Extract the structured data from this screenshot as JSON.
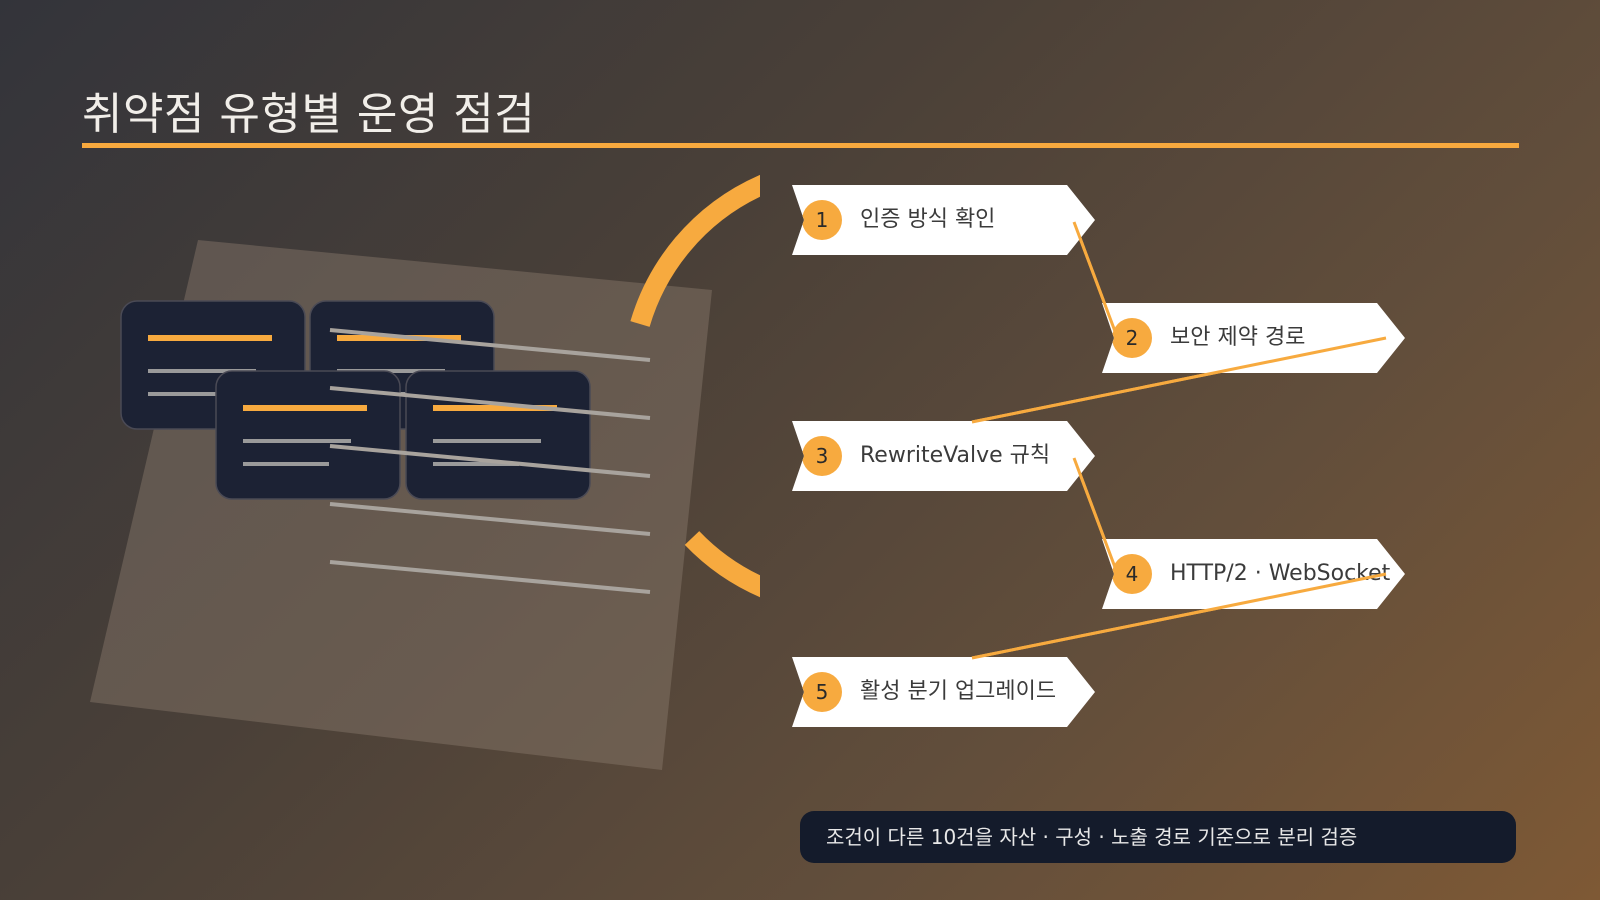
{
  "slide": {
    "title": "취약점 유형별 운영 점검"
  },
  "steps": [
    {
      "number": "1",
      "label": "인증 방식 확인"
    },
    {
      "number": "2",
      "label": "보안 제약 경로"
    },
    {
      "number": "3",
      "label": "RewriteValve 규칙"
    },
    {
      "number": "4",
      "label": "HTTP/2 · WebSocket"
    },
    {
      "number": "5",
      "label": "활성 분기 업그레이드"
    }
  ],
  "footer": {
    "text": "조건이 다른 10건을 자산 · 구성 · 노출 경로 기준으로 분리 검증"
  },
  "colors": {
    "accent": "#f7aa3f",
    "card_dark": "#1c2234",
    "step_bg": "#ffffff",
    "footer_bg": "#141b2b"
  }
}
